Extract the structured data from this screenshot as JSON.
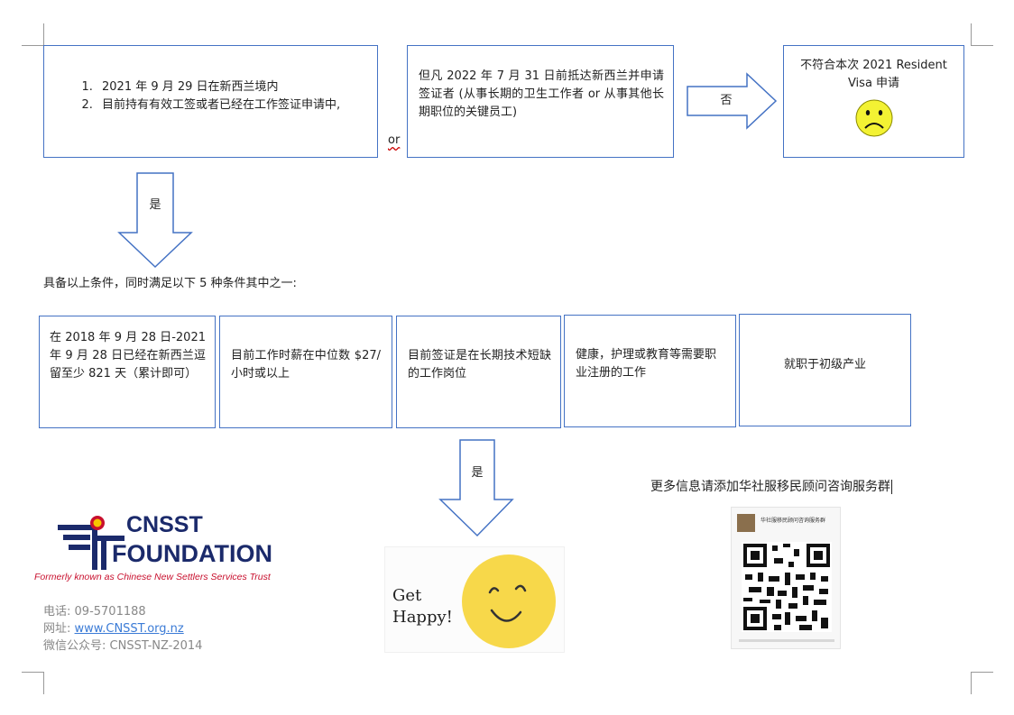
{
  "top": {
    "box1_items": [
      "2021 年 9 月 29 日在新西兰境内",
      "目前持有有效工签或者已经在工作签证申请中,"
    ],
    "or_label": "or",
    "box2_text": "但凡 2022 年 7 月 31 日前抵达新西兰并申请签证者 (从事长期的卫生工作者 or 从事其他长期职位的关键员工)",
    "no_label": "否",
    "box3_text": "不符合本次 2021 Resident Visa 申请"
  },
  "yes1_label": "是",
  "condition_intro": "具备以上条件，同时满足以下 5 种条件其中之一:",
  "conditions": [
    "在 2018 年 9 月 28 日-2021 年 9 月 28 日已经在新西兰逗留至少 821 天（累计即可）",
    "目前工作时薪在中位数 $27/小时或以上",
    "目前签证是在长期技术短缺的工作岗位",
    "健康，护理或教育等需要职业注册的工作",
    "就职于初级产业"
  ],
  "yes2_label": "是",
  "happy_text_1": "Get",
  "happy_text_2": "Happy!",
  "more_info": "更多信息请添加华社服移民顾问咨询服务群",
  "qr_caption": "华社服移民顾问咨询服务群",
  "logo": {
    "line1": "CNSST",
    "line2": "FOUNDATION",
    "tagline": "Formerly known as Chinese New Settlers Services Trust"
  },
  "contact": {
    "phone_label": "电话:",
    "phone": "09-5701188",
    "web_label": "网址:",
    "web": "www.CNSST.org.nz",
    "wechat_label": "微信公众号:",
    "wechat": "CNSST-NZ-2014"
  },
  "colors": {
    "box_border": "#4472c4",
    "logo_navy": "#1b2a6b",
    "logo_red": "#c8102e",
    "smiley": "#f7d84a"
  }
}
